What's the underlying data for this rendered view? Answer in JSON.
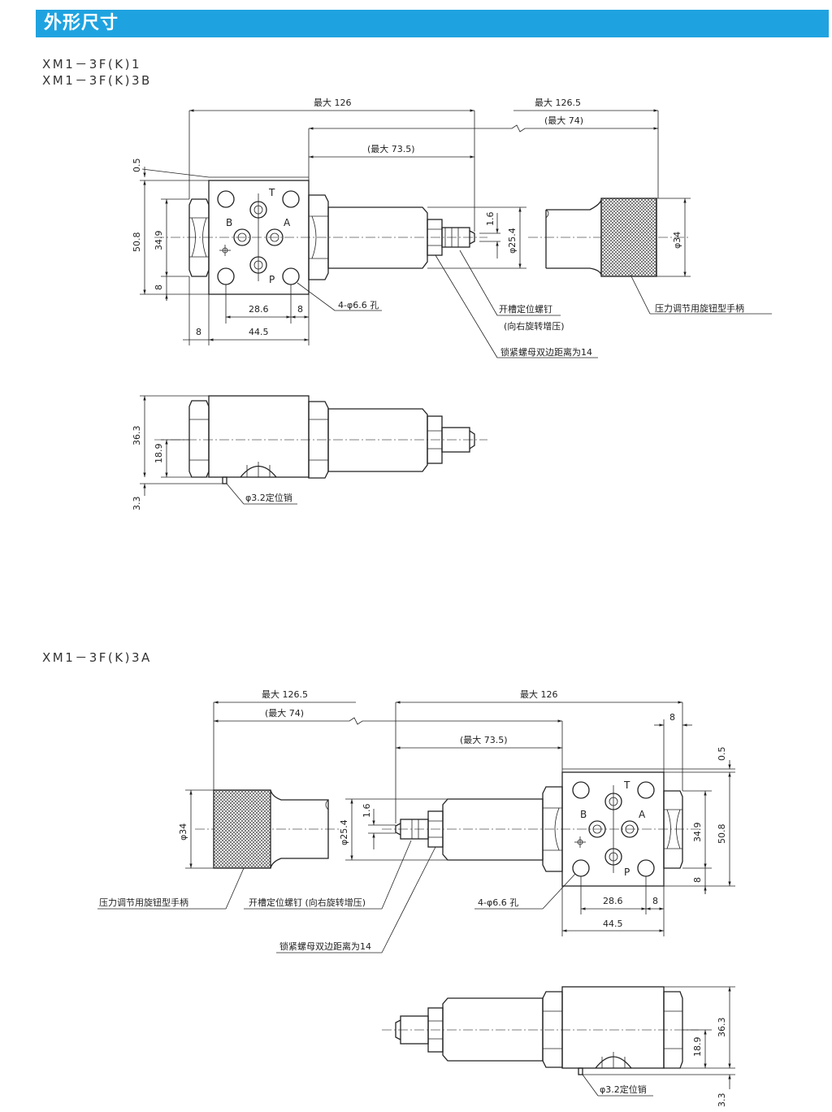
{
  "header": {
    "title": "外形尺寸"
  },
  "section1": {
    "model_line1": "XM1－3F(K)1",
    "model_line2": "XM1－3F(K)3B",
    "dims": {
      "max_126": "最大 126",
      "max_126_5": "最大 126.5",
      "max_74": "(最大 74)",
      "max_73_5": "(最大 73.5)",
      "d_0_5": "0.5",
      "d_50_8": "50.8",
      "d_34_9": "34.9",
      "d_8_left": "8",
      "d_1_6": "1.6",
      "d_phi25_4": "φ25.4",
      "d_phi34": "φ34",
      "d_28_6": "28.6",
      "d_8_mid": "8",
      "d_8_bottom": "8",
      "d_44_5": "44.5",
      "d_36_3": "36.3",
      "d_18_9": "18.9",
      "d_3_3": "3.3"
    },
    "ports": {
      "t": "T",
      "b": "B",
      "a": "A",
      "p": "P"
    },
    "labels": {
      "holes": "4-φ6.6 孔",
      "slot_screw": "开槽定位螺钉",
      "slot_screw_sub": "(向右旋转增压)",
      "lock_nut": "锁紧螺母双边距离为14",
      "knob": "压力调节用旋钮型手柄",
      "pin": "φ3.2定位销"
    }
  },
  "section2": {
    "model_line1": "XM1－3F(K)3A",
    "dims": {
      "max_126_5": "最大 126.5",
      "max_74": "(最大 74)",
      "max_126": "最大 126",
      "max_73_5": "(最大 73.5)",
      "d_8_top": "8",
      "d_0_5": "0.5",
      "d_phi34": "φ34",
      "d_phi25_4": "φ25.4",
      "d_1_6": "1.6",
      "d_34_9": "34.9",
      "d_50_8": "50.8",
      "d_8_right": "8",
      "d_28_6": "28.6",
      "d_8_mid": "8",
      "d_44_5": "44.5",
      "d_36_3": "36.3",
      "d_18_9": "18.9",
      "d_3_3": "3.3"
    },
    "ports": {
      "t": "T",
      "b": "B",
      "a": "A",
      "p": "P"
    },
    "labels": {
      "knob": "压力调节用旋钮型手柄",
      "slot_screw": "开槽定位螺钉 (向右旋转增压)",
      "holes": "4-φ6.6 孔",
      "lock_nut": "锁紧螺母双边距离为14",
      "pin": "φ3.2定位销"
    }
  },
  "colors": {
    "accent": "#1fa3e0",
    "line": "#222222"
  }
}
